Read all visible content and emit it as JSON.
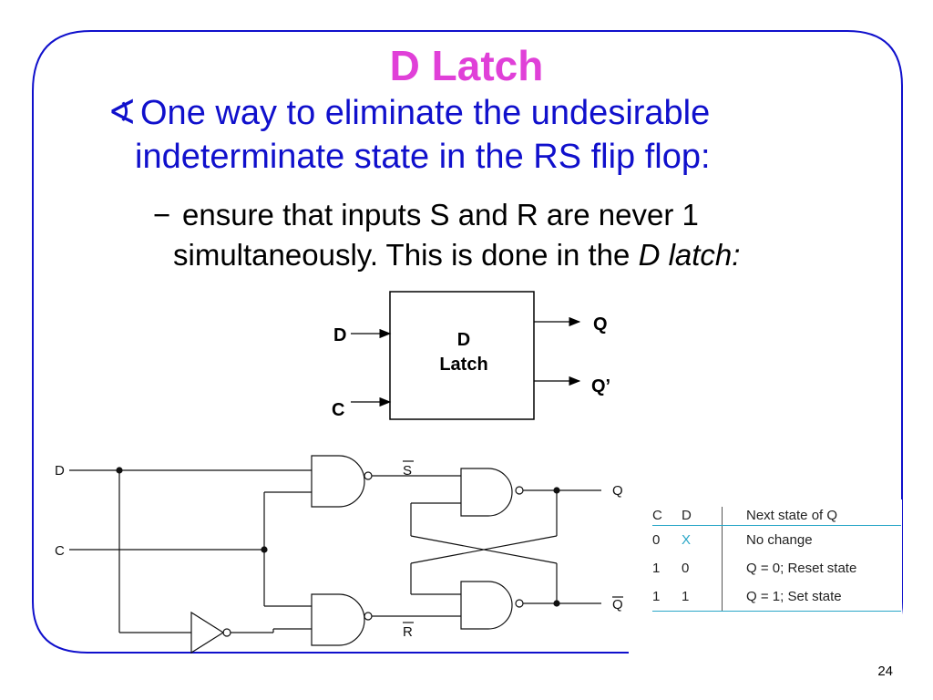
{
  "slide": {
    "title": "D Latch",
    "bullet": {
      "marker": "∢",
      "line1": "One way to eliminate the undesirable",
      "line2": "indeterminate state in the RS flip flop:"
    },
    "subbullet": {
      "marker": "−",
      "line1": "ensure that inputs S and R are never 1",
      "line2_text": "simultaneously. This is done in the ",
      "line2_italic": "D latch:"
    },
    "page_number": "24",
    "colors": {
      "title": "#e040d8",
      "bullet": "#1010cc",
      "border": "#1010cc",
      "table_rule": "#2aa7c7"
    }
  },
  "block_diagram": {
    "box_label_line1": "D",
    "box_label_line2": "Latch",
    "input_d": "D",
    "input_c": "C",
    "output_q": "Q",
    "output_qbar": "Q’"
  },
  "circuit": {
    "label_d": "D",
    "label_c": "C",
    "label_s": "S",
    "label_r": "R",
    "label_q": "Q",
    "label_qbar": "Q",
    "gates": [
      "nand-top",
      "nand-bottom",
      "nand-latch-top",
      "nand-latch-bottom",
      "inverter"
    ]
  },
  "truth_table": {
    "headers": [
      "C",
      "D",
      "Next state of Q"
    ],
    "rows": [
      [
        "0",
        "X",
        "No change"
      ],
      [
        "1",
        "0",
        "Q = 0; Reset state"
      ],
      [
        "1",
        "1",
        "Q = 1; Set state"
      ]
    ]
  }
}
